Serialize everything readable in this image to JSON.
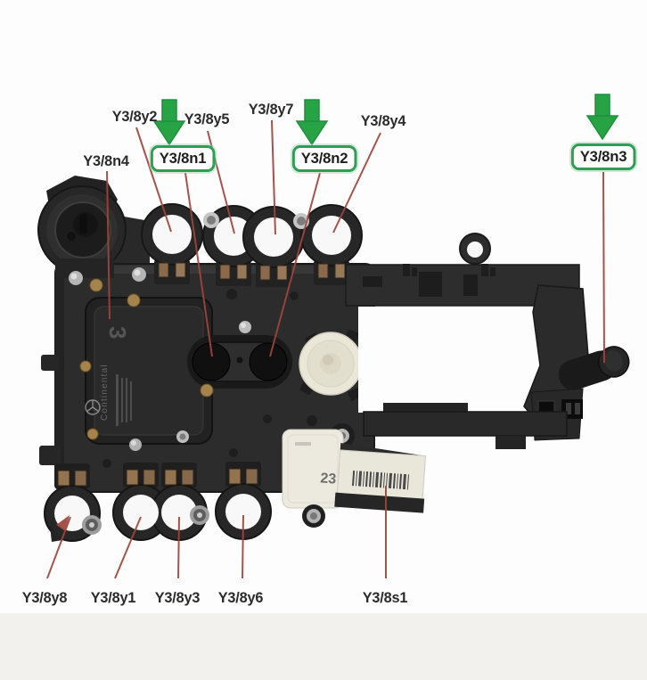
{
  "annotations": {
    "plain": [
      {
        "id": "y3-8y2",
        "text": "Y3/8y2"
      },
      {
        "id": "y3-8y5",
        "text": "Y3/8y5"
      },
      {
        "id": "y3-8y7",
        "text": "Y3/8y7"
      },
      {
        "id": "y3-8y4",
        "text": "Y3/8y4"
      },
      {
        "id": "y3-8n4",
        "text": "Y3/8n4"
      },
      {
        "id": "y3-8y8",
        "text": "Y3/8y8"
      },
      {
        "id": "y3-8y1",
        "text": "Y3/8y1"
      },
      {
        "id": "y3-8y3",
        "text": "Y3/8y3"
      },
      {
        "id": "y3-8y6",
        "text": "Y3/8y6"
      },
      {
        "id": "y3-8s1",
        "text": "Y3/8s1"
      }
    ],
    "boxed": [
      {
        "id": "y3-8n1",
        "text": "Y3/8n1"
      },
      {
        "id": "y3-8n2",
        "text": "Y3/8n2"
      },
      {
        "id": "y3-8n3",
        "text": "Y3/8n3"
      }
    ]
  },
  "part_markings": {
    "module_brand": "Continental",
    "module_number": "3",
    "connector_number": "23"
  },
  "colors": {
    "arrow_green": "#27a346",
    "box_border_green": "#2f9e53",
    "leader_line_red": "#9e453c",
    "label_text": "#2b2b2b",
    "body_dark": "#2c2c2c",
    "rotor_cream": "#eae6d8"
  }
}
